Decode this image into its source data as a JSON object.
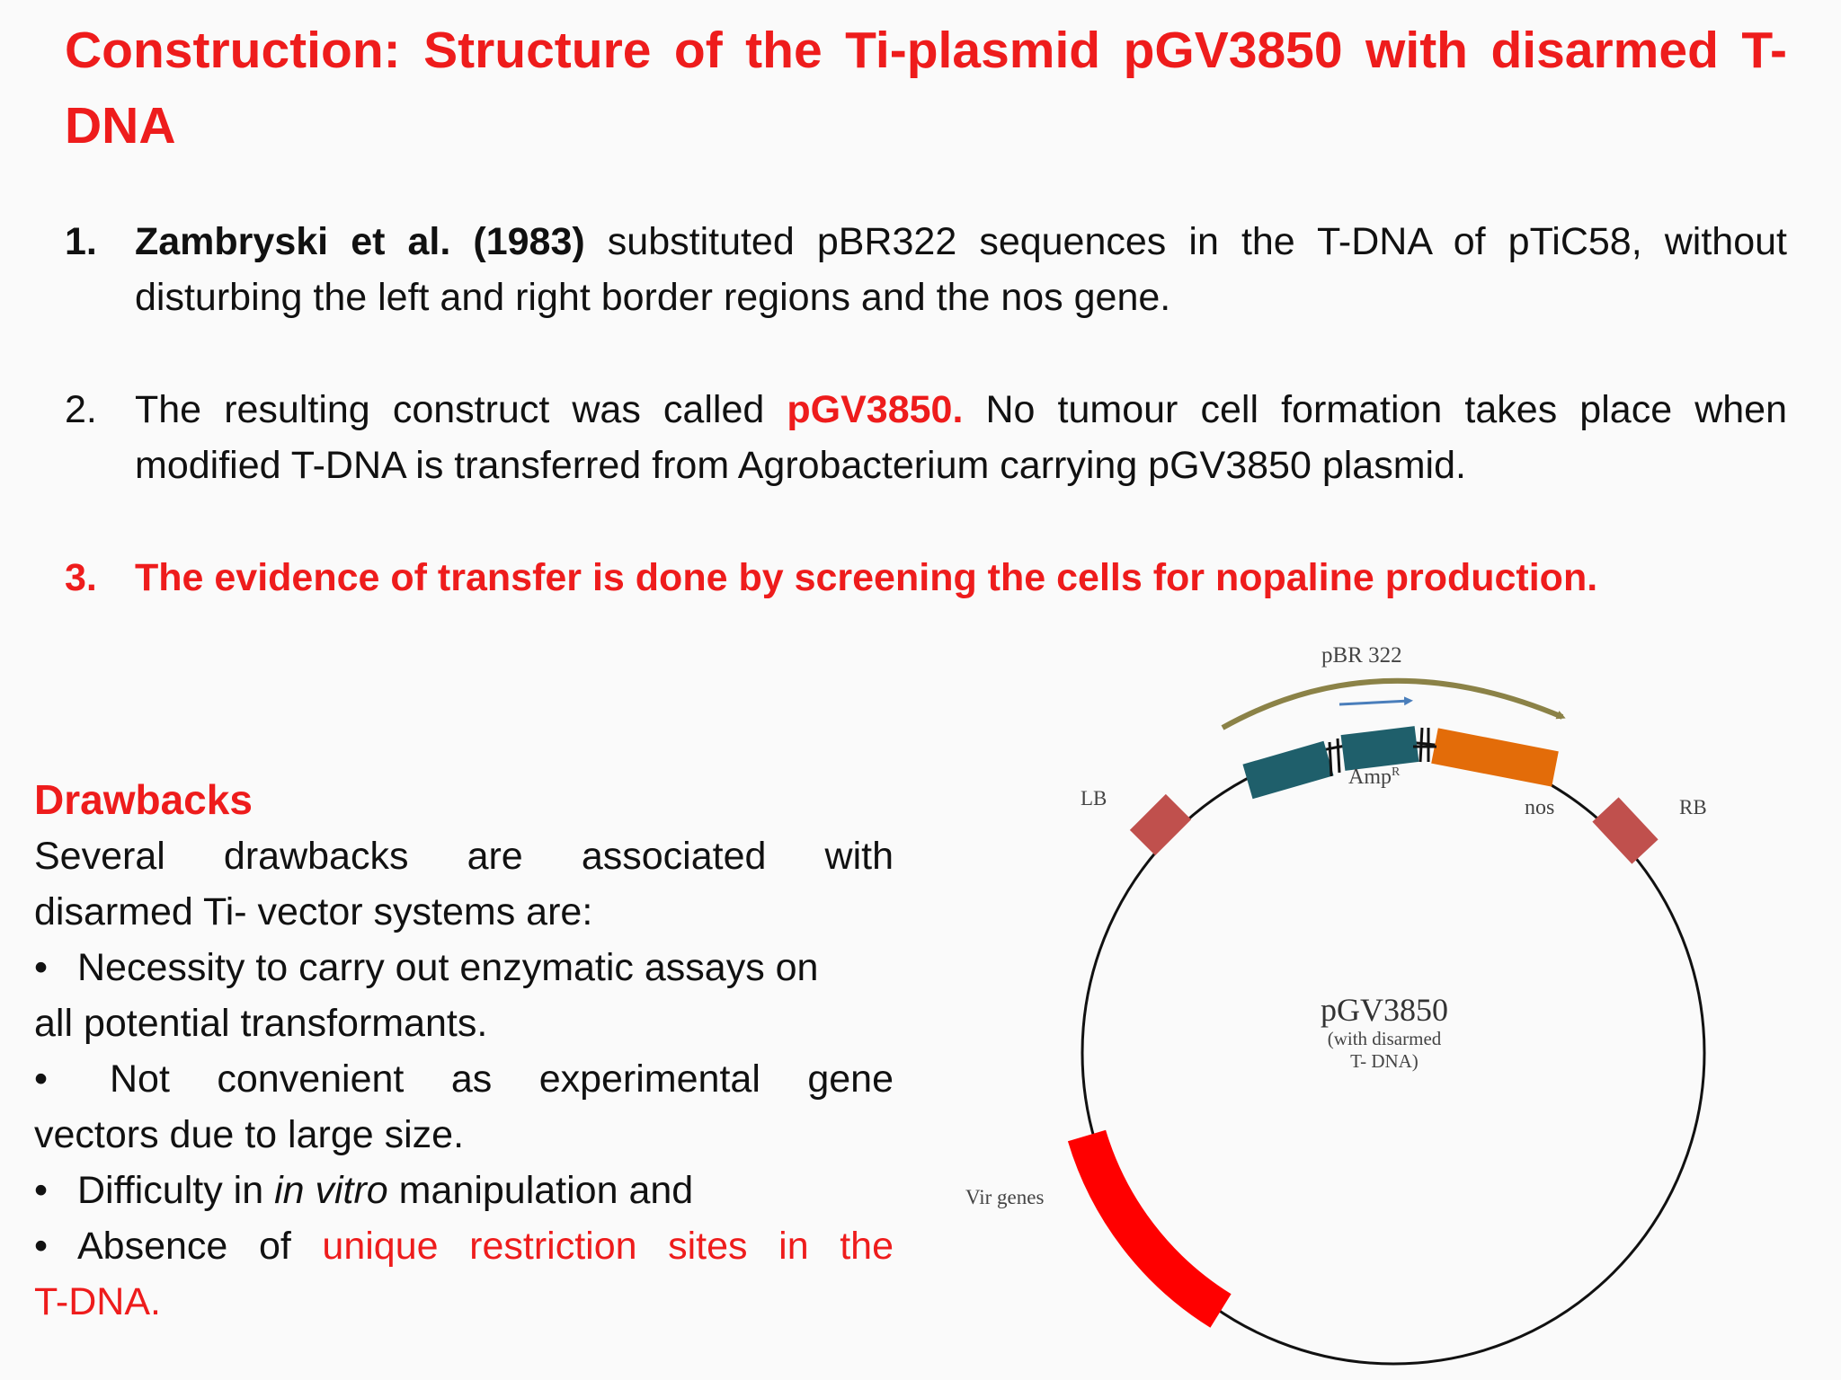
{
  "title": "Construction: Structure of the Ti-plasmid pGV3850 with disarmed T-DNA",
  "points": [
    {
      "number": "1.",
      "lead": "Zambryski et al. (1983)",
      "text": " substituted pBR322 sequences in the T-DNA of pTiC58, without disturbing the left and right border regions and the nos gene."
    },
    {
      "number": "2.",
      "text_before": "The resulting construct was called ",
      "highlight": "pGV3850.",
      "text_after": " No tumour cell formation takes place when modified T-DNA is transferred from Agrobacterium carrying pGV3850 plasmid."
    },
    {
      "number": "3.",
      "text": "The evidence of transfer is done by screening the cells for nopaline production."
    }
  ],
  "drawbacks": {
    "heading": "Drawbacks",
    "intro_line1": "Several drawbacks are associated with",
    "intro_line2": "disarmed Ti- vector systems are:",
    "bullet_symbol": "•",
    "b1_line1": "Necessity to carry out enzymatic assays on",
    "b1_line2": "all potential transformants.",
    "b2_line1": "Not convenient as experimental gene",
    "b2_line2": "vectors due to large size.",
    "b3_before": "Difficulty in ",
    "b3_italic": "in vitro",
    "b3_after": " manipulation and",
    "b4_before": "Absence of ",
    "b4_red_line1": "unique restriction sites in the",
    "b4_red_line2": "T-DNA."
  },
  "diagram": {
    "pbr_label": "pBR 322",
    "amp_label": "Amp",
    "amp_sup": "R",
    "nos_label": "nos",
    "lb_label": "LB",
    "rb_label": "RB",
    "vir_label": "Vir genes",
    "plasmid_name": "pGV3850",
    "plasmid_sub1": "(with disarmed",
    "plasmid_sub2": "T- DNA)"
  },
  "colors": {
    "accent_red": "#ee1c1c",
    "border_segment": "#c0504d",
    "pbr_segment": "#1f5f6b",
    "nos_segment": "#e36c09",
    "vir_segment": "#ff0000",
    "arc_olive": "#8b8247",
    "arrow_blue": "#4a7ebb"
  }
}
